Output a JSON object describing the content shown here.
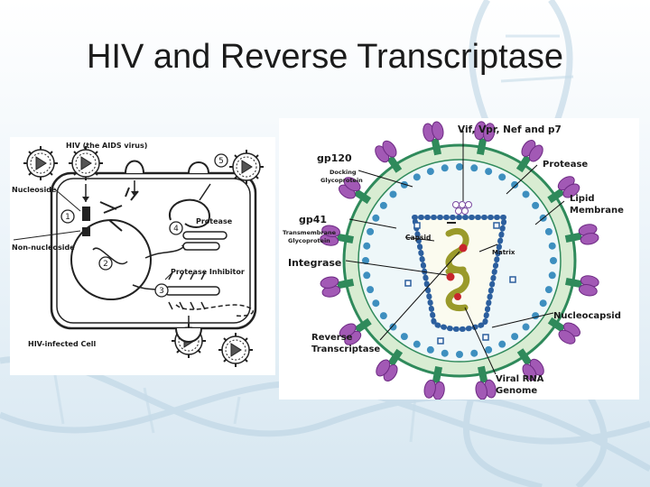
{
  "slide": {
    "title": "HIV and Reverse Transcriptase"
  },
  "left_diagram": {
    "labels": {
      "hiv_virus": "HIV (the AIDS virus)",
      "nucleoside": "Nucleoside",
      "non_nucleoside": "Non-nucleoside",
      "protease": "Protease",
      "protease_inhibitor": "Protease Inhibitor",
      "infected_cell": "HIV-infected Cell"
    },
    "steps": [
      "1",
      "2",
      "3",
      "4",
      "5"
    ]
  },
  "right_diagram": {
    "labels": {
      "vif": "Vif, Vpr, Nef and p7",
      "gp120": "gp120",
      "gp120_sub_1": "Docking",
      "gp120_sub_2": "Glycoprotein",
      "protease": "Protease",
      "lipid_1": "Lipid",
      "lipid_2": "Membrane",
      "gp41": "gp41",
      "gp41_sub_1": "Transmembrane",
      "gp41_sub_2": "Glycoprotein",
      "capsid": "Capsid",
      "matrix": "Matrix",
      "integrase": "Integrase",
      "nucleocapsid": "Nucleocapsid",
      "rt_1": "Reverse",
      "rt_2": "Transcriptase",
      "rna_1": "Viral RNA",
      "rna_2": "Genome"
    },
    "colors": {
      "spike": "#a259b5",
      "spike_dark": "#6d2a83",
      "stalk": "#2f8a5b",
      "membrane_fill": "#d8ecd2",
      "bead": "#3e8fbf",
      "capsid_bead": "#2c5f9e",
      "rna": "#9a9a2a",
      "enzyme": "#c8252c"
    }
  }
}
